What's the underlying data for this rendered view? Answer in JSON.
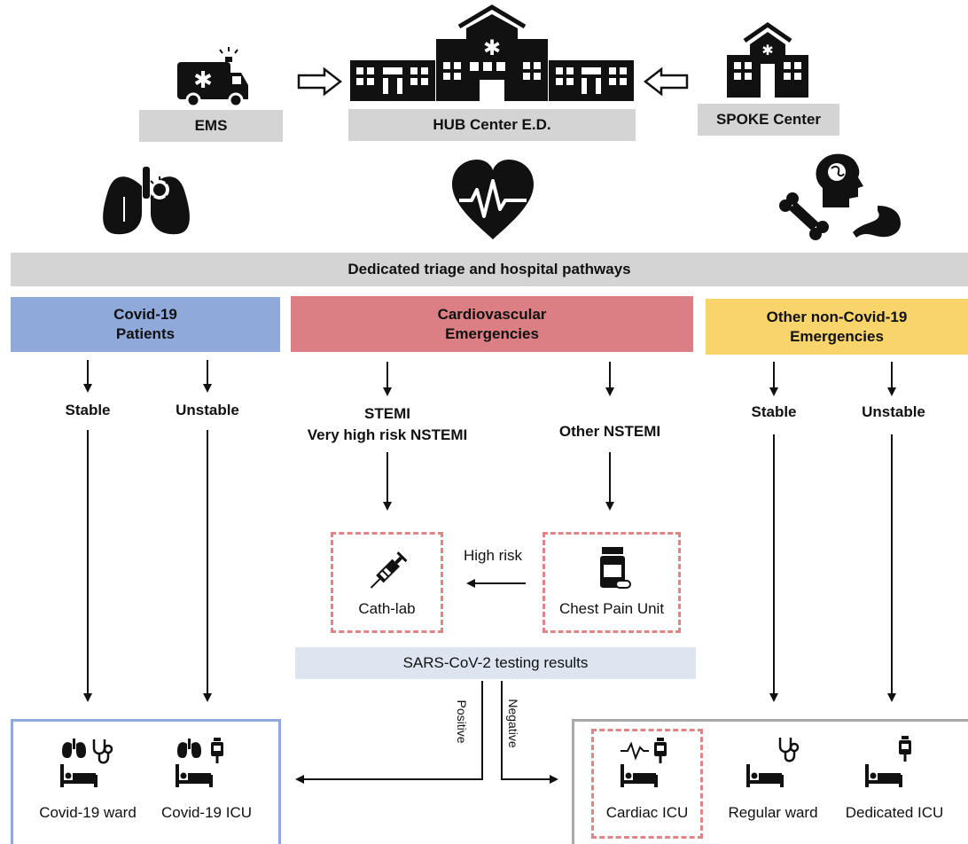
{
  "sources": {
    "ems": "EMS",
    "hub": "HUB Center E.D.",
    "spoke": "SPOKE Center"
  },
  "pathways_banner": "Dedicated triage and hospital pathways",
  "categories": {
    "covid": "Covid-19\nPatients",
    "cardio": "Cardiovascular\nEmergencies",
    "other": "Other non-Covid-19\nEmergencies"
  },
  "branches": {
    "covid_stable": "Stable",
    "covid_unstable": "Unstable",
    "stemi": "STEMI\nVery high risk NSTEMI",
    "other_nstemi": "Other NSTEMI",
    "other_stable": "Stable",
    "other_unstable": "Unstable"
  },
  "units": {
    "cath_lab": "Cath-lab",
    "chest_pain_unit": "Chest Pain Unit",
    "high_risk": "High risk",
    "sars_testing": "SARS-CoV-2 testing results",
    "positive": "Positive",
    "negative": "Negative"
  },
  "destinations": {
    "covid_ward": "Covid-19 ward",
    "covid_icu": "Covid-19 ICU",
    "cardiac_icu": "Cardiac ICU",
    "regular_ward": "Regular ward",
    "dedicated_icu": "Dedicated ICU"
  },
  "colors": {
    "covid": "#8fa9da",
    "cardio": "#dc7f84",
    "other": "#f8d46b",
    "gray_bar": "#d4d4d4",
    "testing_bar": "#dde5f1",
    "dashed_red": "#e08585",
    "covid_box_border": "#8fa9da",
    "other_box_border": "#a9a9a9"
  },
  "icons": [
    "ambulance-icon",
    "hospital-icon",
    "small-hospital-icon",
    "lungs-virus-icon",
    "heart-ecg-icon",
    "brain-head-icon",
    "bone-icon",
    "stomach-icon",
    "syringe-icon",
    "pill-bottle-icon",
    "lungs-icon",
    "stethoscope-icon",
    "iv-bag-icon",
    "ecg-icon",
    "hospital-bed-icon"
  ]
}
